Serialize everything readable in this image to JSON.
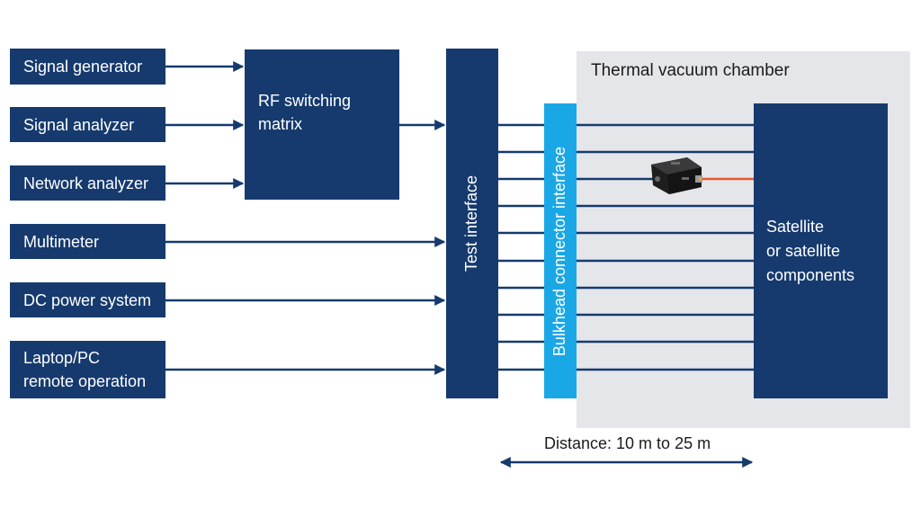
{
  "sources": [
    {
      "id": "signal-generator",
      "label": "Signal generator"
    },
    {
      "id": "signal-analyzer",
      "label": "Signal analyzer"
    },
    {
      "id": "network-analyzer",
      "label": "Network analyzer"
    },
    {
      "id": "multimeter",
      "label": "Multimeter"
    },
    {
      "id": "dc-power-system",
      "label": "DC power system"
    },
    {
      "id": "laptop-pc",
      "label": "Laptop/PC\nremote operation"
    }
  ],
  "rf_matrix": {
    "label": "RF switching\nmatrix"
  },
  "test_interface": {
    "label": "Test interface"
  },
  "bulkhead": {
    "label": "Bulkhead connector interface"
  },
  "chamber": {
    "label": "Thermal vacuum chamber"
  },
  "satellite": {
    "label": "Satellite\nor satellite\ncomponents"
  },
  "distance": {
    "label": "Distance: 10 m to 25 m"
  },
  "colors": {
    "box": "#163a6e",
    "bulkhead": "#1aa7e6",
    "chamber": "#e5e6ea",
    "cable": "#e8582a",
    "device": "#1e1e1e"
  },
  "connection_lines": 10
}
